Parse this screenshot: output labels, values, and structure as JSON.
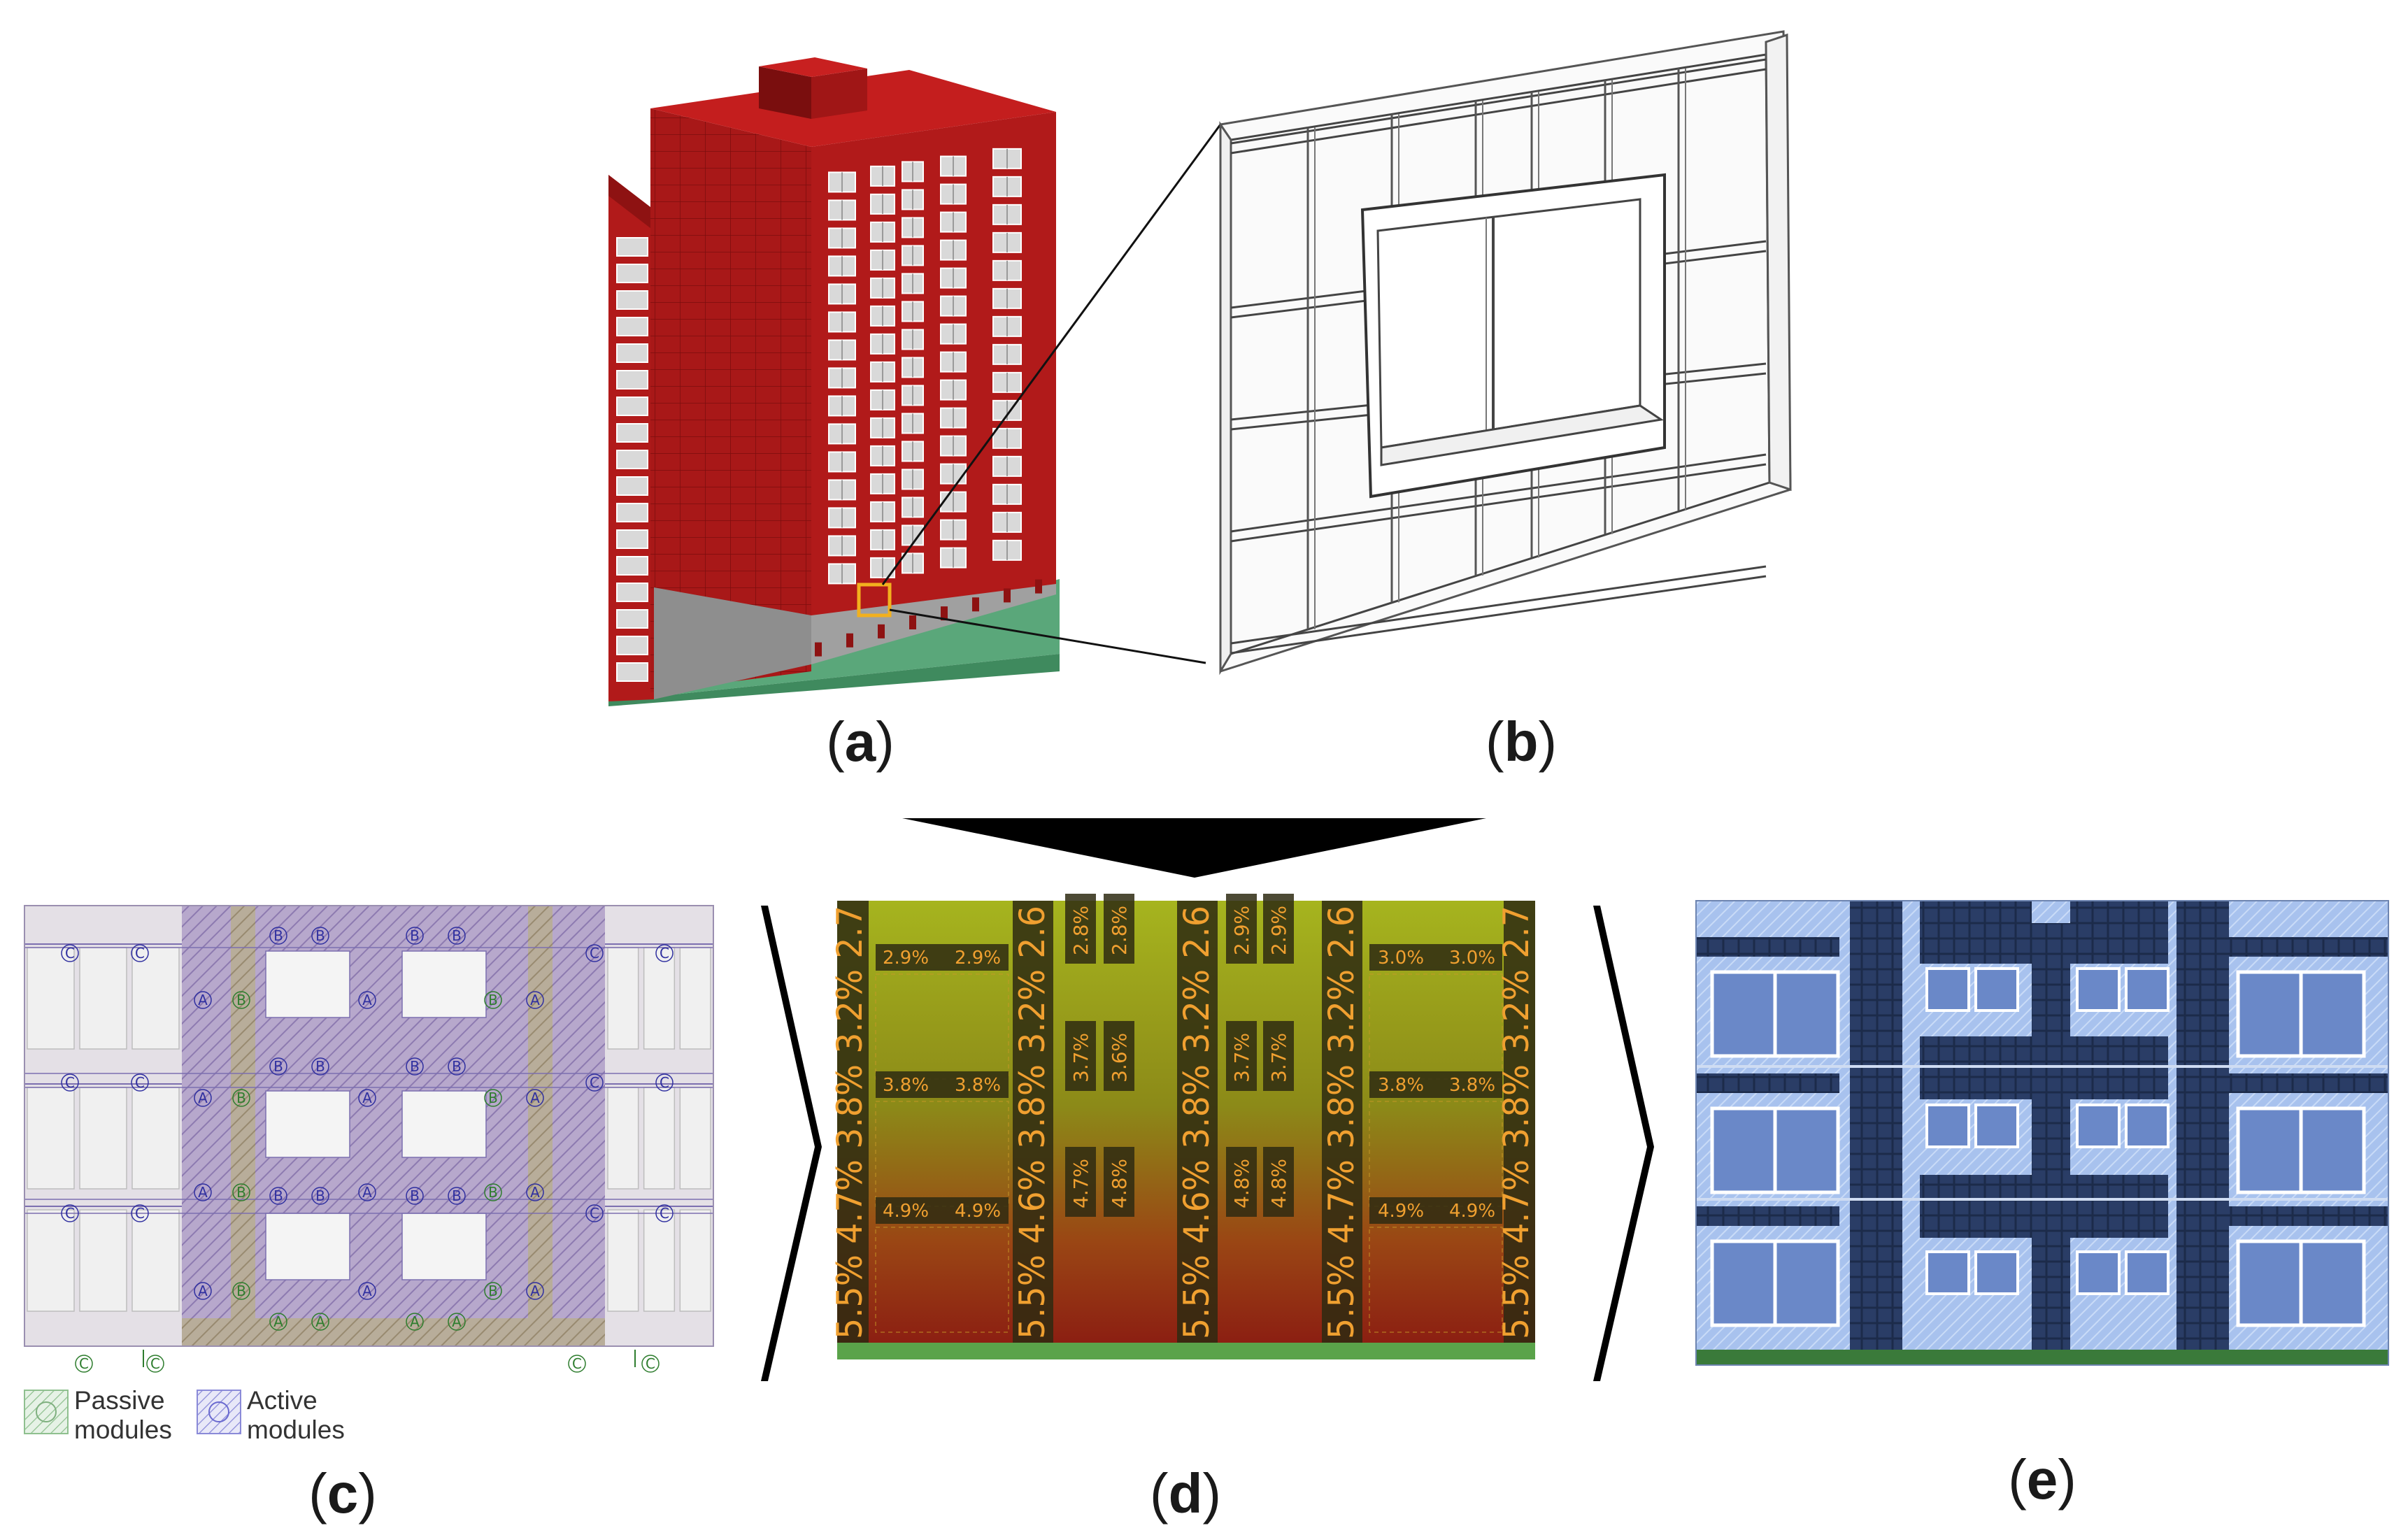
{
  "captions": {
    "a": "a",
    "b": "b",
    "c": "c",
    "d": "d",
    "e": "e"
  },
  "legend": {
    "passive": "Passive\nmodules",
    "active": "Active\nmodules"
  },
  "panel_c": {
    "module_letters": [
      "A",
      "B",
      "C"
    ]
  },
  "panel_d": {
    "h_row1": [
      "2.9%",
      "2.9%",
      "2.8%",
      "2.8%",
      "2.9%",
      "2.9%",
      "3.0%",
      "3.0%"
    ],
    "h_row2": [
      "3.8%",
      "3.8%",
      "3.7%",
      "3.6%",
      "3.7%",
      "3.7%",
      "3.8%",
      "3.8%"
    ],
    "h_row3": [
      "4.9%",
      "4.9%",
      "4.7%",
      "4.8%",
      "4.8%",
      "4.8%",
      "4.9%",
      "4.9%"
    ],
    "v_col_outer": "5.5% 4.6% 3.8% 3.2% 2.6",
    "v_col_mid": "5.5% 4.6% 3.8% 3.2% 2.6",
    "v_col_right": "5.5% 4.7% 3.8% 3.2% 2.6",
    "v_col_edge": "5.5% 4.7% 3.8% 3.2% 2.7"
  },
  "colors": {
    "building_red": "#b11a1a",
    "ground_green": "#5aa77a",
    "highlight": "#f2b01e",
    "passive_green": "#9ac99a",
    "active_blue": "#7a7ad6",
    "heat_top": "#a6b41e",
    "heat_bottom": "#8a1a12",
    "label_orange": "#f0a030",
    "facade_blue": "#a8c2ee",
    "pv_dark": "#1c2b4a"
  },
  "icons": [
    "flow-arrow-icon",
    "chevron-right-icon"
  ]
}
